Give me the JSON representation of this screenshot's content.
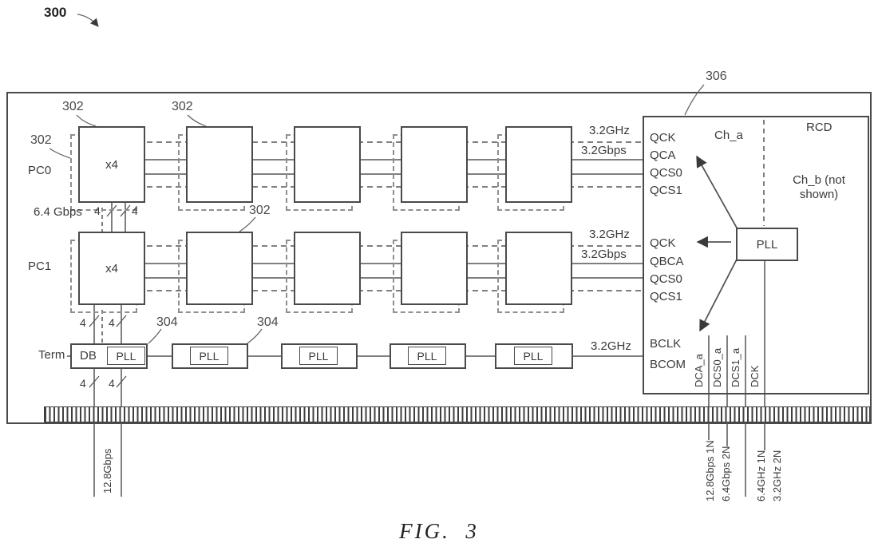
{
  "figure": {
    "ref": "300",
    "caption": "FIG.  3"
  },
  "refs": {
    "chip": "302",
    "buffer": "304",
    "rcd": "306"
  },
  "labels": {
    "pc0": "PC0",
    "pc1": "PC1",
    "term": "Term",
    "rate_64": "6.4 Gbps",
    "four": "4",
    "x4": "x4",
    "db": "DB",
    "pll": "PLL"
  },
  "bus": {
    "freq_row1": "3.2GHz",
    "rate_row1": "3.2Gbps",
    "freq_row2": "3.2GHz",
    "rate_row2": "3.2Gbps",
    "freq_bcom": "3.2GHz"
  },
  "rcd": {
    "title": "RCD",
    "ch_a": "Ch_a",
    "ch_b_line1": "Ch_b (not",
    "ch_b_line2": "shown)",
    "pll": "PLL",
    "row1_signals": [
      "QCK",
      "QCA",
      "QCS0",
      "QCS1"
    ],
    "row2_signals": [
      "QCK",
      "QBCA",
      "QCS0",
      "QCS1"
    ],
    "bclk": "BCLK",
    "bcom": "BCOM",
    "pins": [
      "DCA_a",
      "DCS0_a",
      "DCS1_a",
      "DCK"
    ]
  },
  "bottom": {
    "left_rate": "12.8Gbps",
    "mid": [
      "12.8Gbps 1N",
      "6.4Gbps 2N"
    ],
    "right": [
      "6.4GHz 1N",
      "3.2GHz 2N"
    ]
  }
}
